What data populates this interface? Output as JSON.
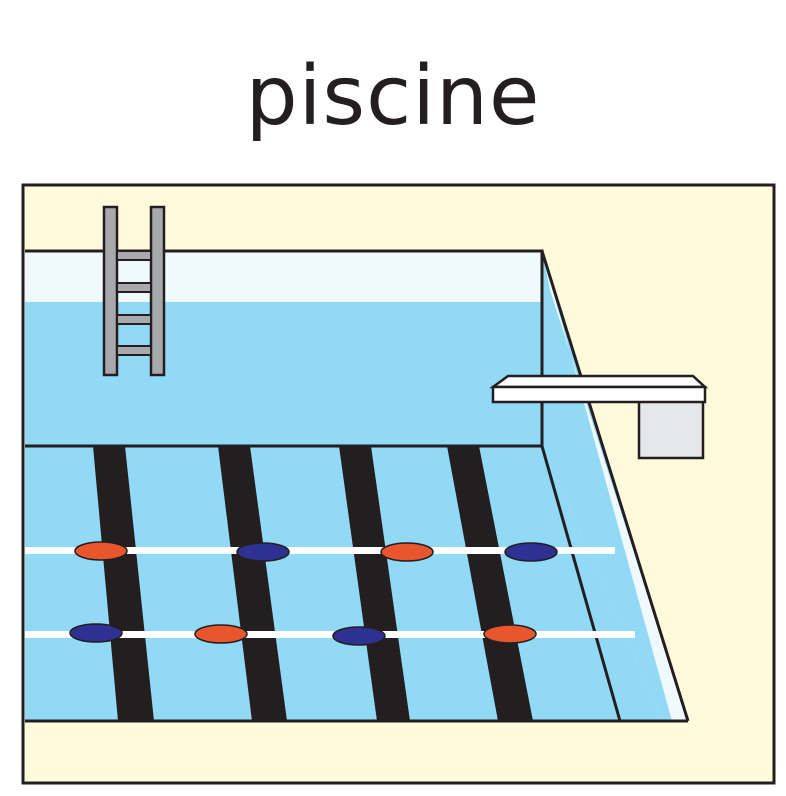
{
  "title": "piscine",
  "colors": {
    "background": "#ffffff",
    "deck": "#fefadb",
    "water": "#92d9f5",
    "wall_light": "#f0fafe",
    "outline": "#231f20",
    "lane_mark": "#231f20",
    "rope": "#ffffff",
    "float_red": "#e9552d",
    "float_blue": "#2e3192",
    "ladder": "#a7a9ac",
    "board": "#ffffff",
    "board_support": "#e6e7e8"
  },
  "illustration": {
    "objects": [
      "pool",
      "ladder-icon",
      "diving-board-icon",
      "lane-lines",
      "lane-ropes",
      "rope-floats"
    ],
    "lane_rope_floats": [
      [
        "red",
        "blue",
        "red",
        "blue"
      ],
      [
        "blue",
        "red",
        "blue",
        "red"
      ]
    ]
  }
}
